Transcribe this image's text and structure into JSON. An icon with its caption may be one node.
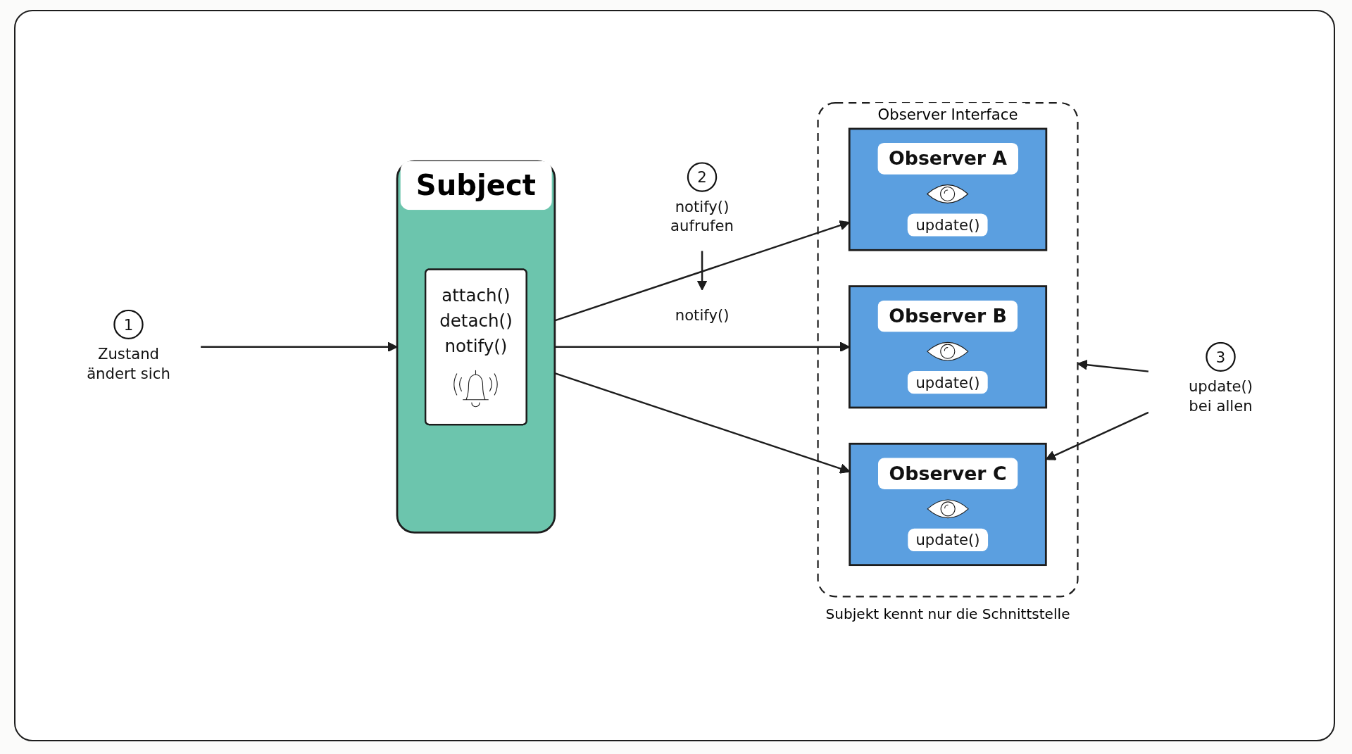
{
  "diagram": {
    "nodes": [
      {
        "text": [
          "1"
        ],
        "beside": [
          "Zustand ändert sich"
        ]
      },
      {
        "text": [
          "Subject"
        ]
      },
      {
        "text": [
          "attach()",
          "detach()",
          "notify()"
        ],
        "in": 1
      },
      {
        "text": [
          "2"
        ],
        "beside": [
          "notify() aufrufen"
        ]
      },
      {
        "text": [
          "notify()"
        ]
      },
      {
        "text": [
          "Observer Interface"
        ],
        "beside": [
          "Subjekt kennt nur die Schnittstelle"
        ]
      },
      {
        "text": [
          "Observer A",
          "update()"
        ],
        "in": 5
      },
      {
        "text": [
          "Observer B",
          "update()"
        ],
        "in": 5
      },
      {
        "text": [
          "Observer C",
          "update()"
        ],
        "in": 5
      },
      {
        "text": [
          "3"
        ],
        "beside": [
          "update() bei allen"
        ]
      }
    ],
    "edges": [
      {
        "from": 0,
        "to": 1,
        "arrow": "to"
      },
      {
        "from": 1,
        "to": 6,
        "arrow": "to"
      },
      {
        "from": 1,
        "to": 7,
        "arrow": "to"
      },
      {
        "from": 1,
        "to": 8,
        "arrow": "to"
      },
      {
        "from": 3,
        "to": 4,
        "arrow": "to"
      },
      {
        "from": 9,
        "to": 5,
        "arrow": "to"
      },
      {
        "from": 9,
        "to": 8,
        "arrow": "to"
      }
    ]
  }
}
